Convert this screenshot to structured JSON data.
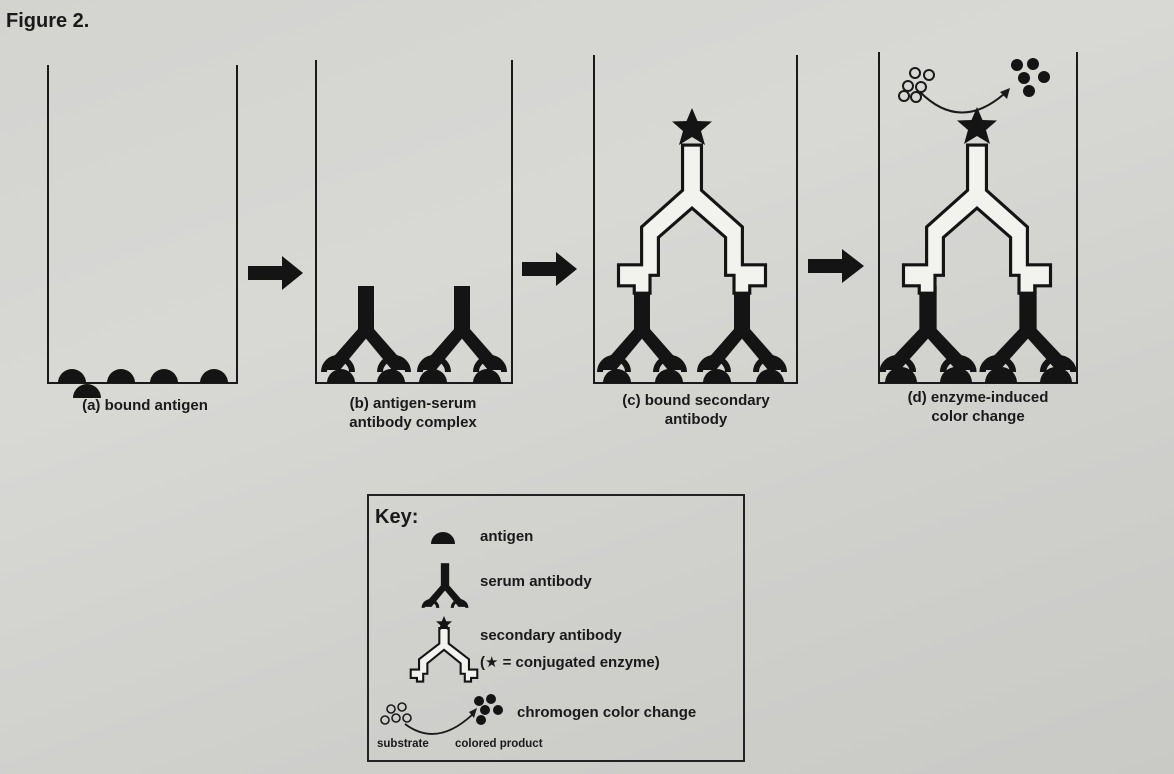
{
  "figure_title": "Figure 2.",
  "panels": [
    {
      "id": "a",
      "caption_line1": "(a) bound antigen",
      "caption_line2": ""
    },
    {
      "id": "b",
      "caption_line1": "(b) antigen-serum",
      "caption_line2": "antibody complex"
    },
    {
      "id": "c",
      "caption_line1": "(c) bound secondary",
      "caption_line2": "antibody"
    },
    {
      "id": "d",
      "caption_line1": "(d) enzyme-induced",
      "caption_line2": "color change"
    }
  ],
  "key": {
    "title": "Key:",
    "antigen": "antigen",
    "serum_antibody": "serum antibody",
    "secondary_antibody": "secondary antibody",
    "conjugated_enzyme": "(★ = conjugated enzyme)",
    "chromogen": "chromogen color change",
    "substrate": "substrate",
    "colored_product": "colored product"
  },
  "colors": {
    "ink": "#1a1a1a",
    "paper": "#d4d4d1"
  }
}
